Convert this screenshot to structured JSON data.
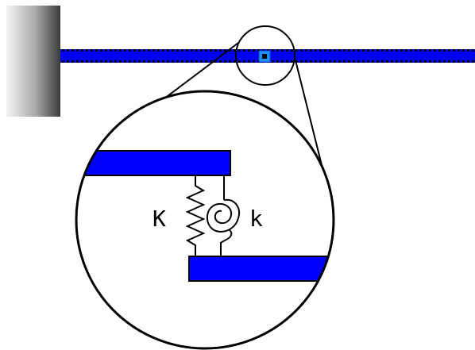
{
  "diagram": {
    "labels": {
      "translational_spring": "K",
      "rotational_spring": "k"
    },
    "colors": {
      "beam_fill": "#0000ff",
      "beam_outline": "#000000",
      "joint_highlight": "#1e90ff",
      "joint_core": "#000000",
      "line": "#000000",
      "background": "#ffffff",
      "wall_dark": "#3a3a3a",
      "wall_light": "#f2f2f2"
    },
    "components": [
      "fixed-wall",
      "beam",
      "joint",
      "magnifier",
      "translational-spring",
      "rotational-spring"
    ]
  }
}
